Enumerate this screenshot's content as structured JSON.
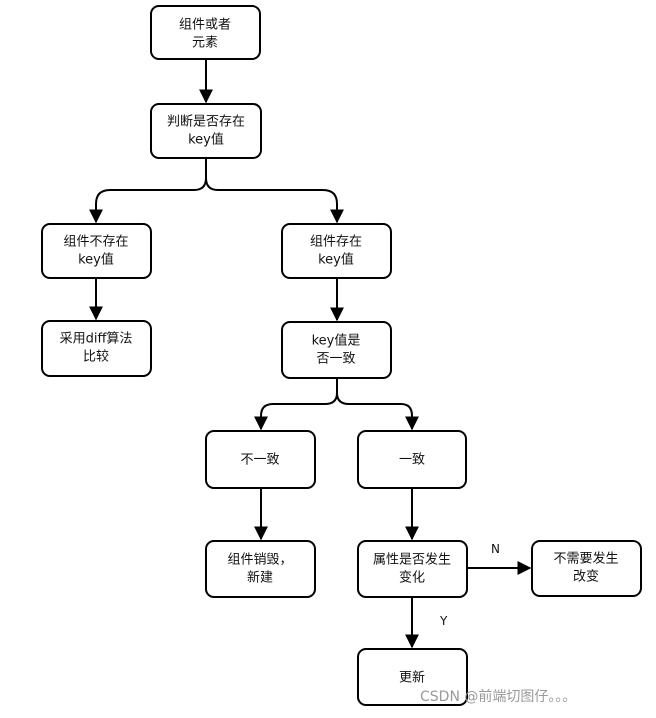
{
  "nodes": {
    "component_or_element": [
      "组件或者",
      "元素"
    ],
    "judge_key_exists": [
      "判断是否存在",
      "key值"
    ],
    "no_key": [
      "组件不存在",
      "key值"
    ],
    "has_key": [
      "组件存在",
      "key值"
    ],
    "diff_compare": [
      "采用diff算法",
      "比较"
    ],
    "key_same": [
      "key值是",
      "否一致"
    ],
    "inconsistent": [
      "不一致"
    ],
    "consistent": [
      "一致"
    ],
    "destroy_new": [
      "组件销毁，",
      "新建"
    ],
    "attr_changed": [
      "属性是否发生",
      "变化"
    ],
    "no_change": [
      "不需要发生",
      "改变"
    ],
    "update": [
      "更新"
    ]
  },
  "edge_labels": {
    "n": "N",
    "y": "Y"
  },
  "watermark": "CSDN @前端切图仔。。。",
  "colors": {
    "stroke": "#000000",
    "fill": "#ffffff",
    "watermark": "#9a9a9a"
  }
}
